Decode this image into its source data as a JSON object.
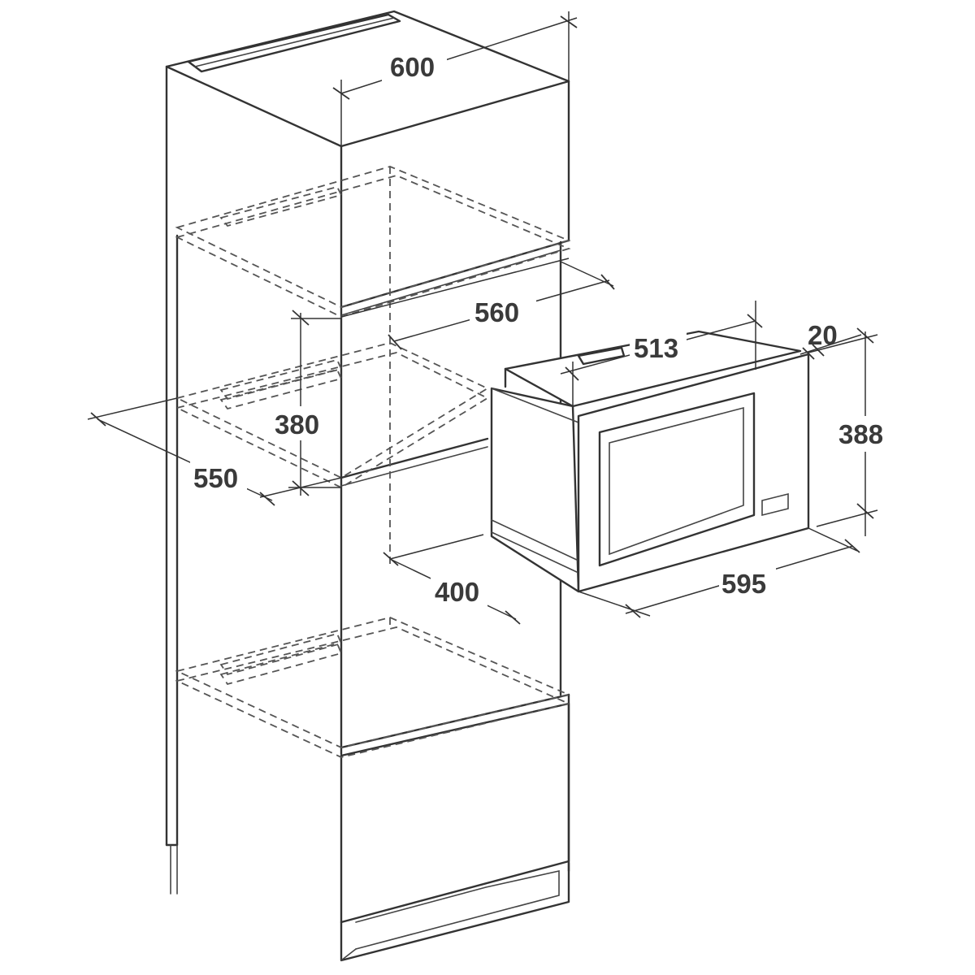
{
  "dimensions": {
    "cabinet_width": "600",
    "niche_width": "560",
    "niche_height": "380",
    "cabinet_depth": "550",
    "appliance_depth": "400",
    "appliance_body_width": "513",
    "frame_thickness": "20",
    "front_height": "388",
    "front_width": "595"
  },
  "colors": {
    "line": "#333333",
    "dash": "#555555",
    "text": "#3a3a3a",
    "background": "#ffffff"
  }
}
